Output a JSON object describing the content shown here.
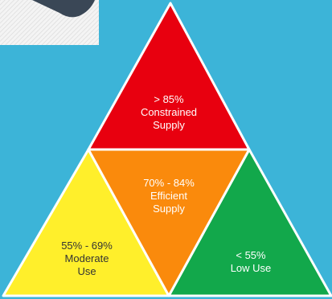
{
  "diagram": {
    "background_color": "#3cb4d8",
    "corner_image": "hatched-photo-fragment",
    "segments": {
      "top": {
        "lines": [
          "> 85%",
          "Constrained",
          "Supply"
        ],
        "color": "#e8000f",
        "text_color": "#ffffff"
      },
      "center": {
        "lines": [
          "70% - 84%",
          "Efficient",
          "Supply"
        ],
        "color": "#fa8a0c",
        "text_color": "#ffffff"
      },
      "left": {
        "lines": [
          "55% - 69%",
          "Moderate",
          "Use"
        ],
        "color": "#ffef2b",
        "text_color": "#333333"
      },
      "right": {
        "lines": [
          "< 55%",
          "Low Use"
        ],
        "color": "#12a84b",
        "text_color": "#ffffff"
      }
    }
  }
}
